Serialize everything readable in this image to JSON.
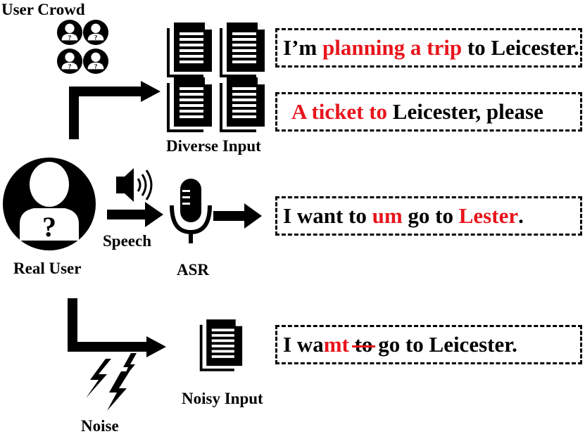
{
  "labels": {
    "user_crowd": "User Crowd",
    "diverse_input": "Diverse Input",
    "speech": "Speech",
    "real_user": "Real User",
    "asr": "ASR",
    "noisy_input": "Noisy Input",
    "noise": "Noise"
  },
  "boxes": {
    "box1": {
      "pre": "I’m ",
      "red": "planning a trip",
      "post": " to Leicester."
    },
    "box2": {
      "red": "A ticket to",
      "post": " Leicester, please"
    },
    "box3": {
      "pre": "I want to ",
      "red1": "um",
      "mid": " go to ",
      "red2": "Lester",
      "post": "."
    },
    "box4": {
      "pre": "I wa",
      "red": "mt",
      "sp": " ",
      "strike": "to",
      "post": " go to Leicester."
    }
  },
  "icons": {
    "crowd": "user-question-icon",
    "document": "document-icon",
    "speaker": "speaker-icon",
    "microphone": "microphone-icon",
    "noise": "lightning-icon"
  },
  "colors": {
    "highlight": "#e8141b",
    "ink": "#000000"
  }
}
